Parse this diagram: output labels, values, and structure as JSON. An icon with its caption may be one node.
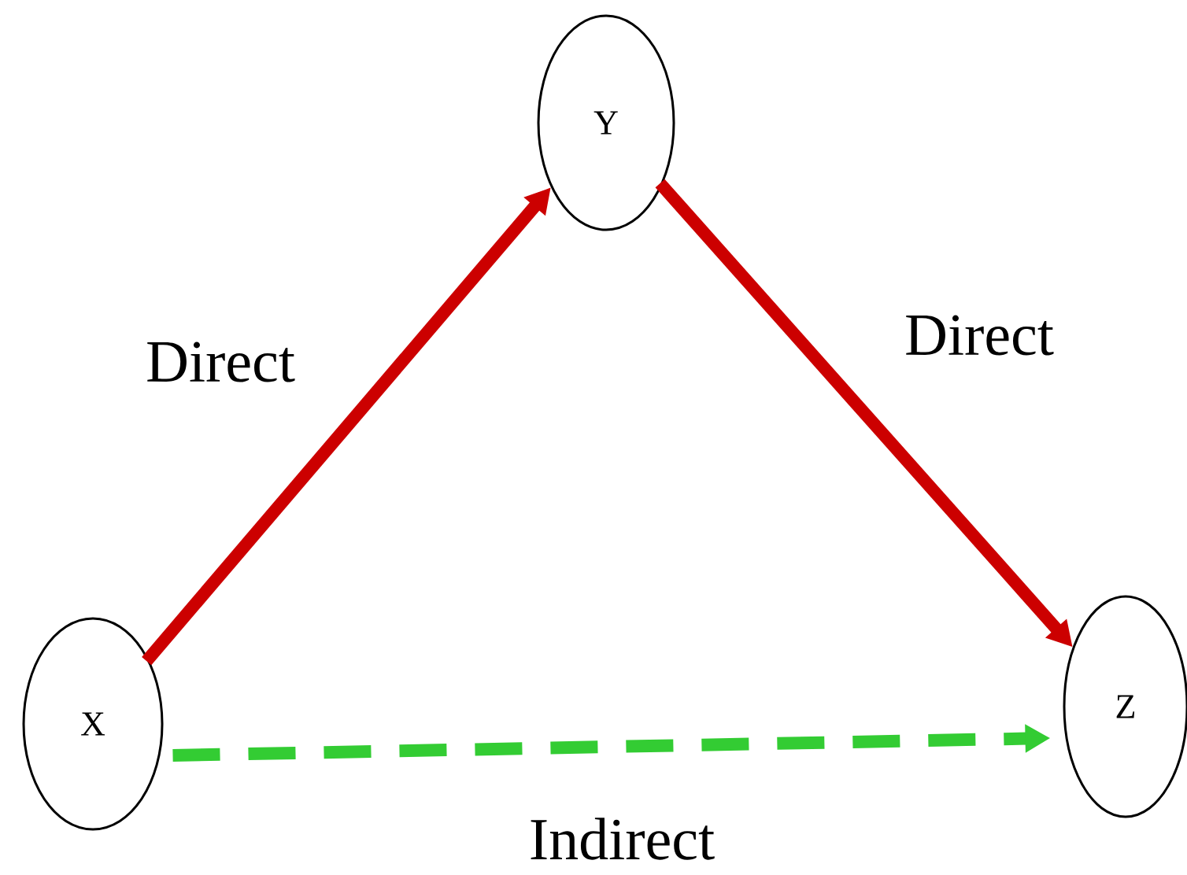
{
  "diagram": {
    "nodes": [
      {
        "text": [
          "X"
        ]
      },
      {
        "text": [
          "Y"
        ]
      },
      {
        "text": [
          "Z"
        ]
      }
    ],
    "edges": [
      {
        "from": 0,
        "to": 1,
        "arrow": "to",
        "label": "Direct"
      },
      {
        "from": 1,
        "to": 2,
        "arrow": "to",
        "label": "Direct"
      },
      {
        "from": 0,
        "to": 2,
        "arrow": "to",
        "label": "Indirect",
        "style": "dashed",
        "color": "#33cc33"
      }
    ]
  }
}
